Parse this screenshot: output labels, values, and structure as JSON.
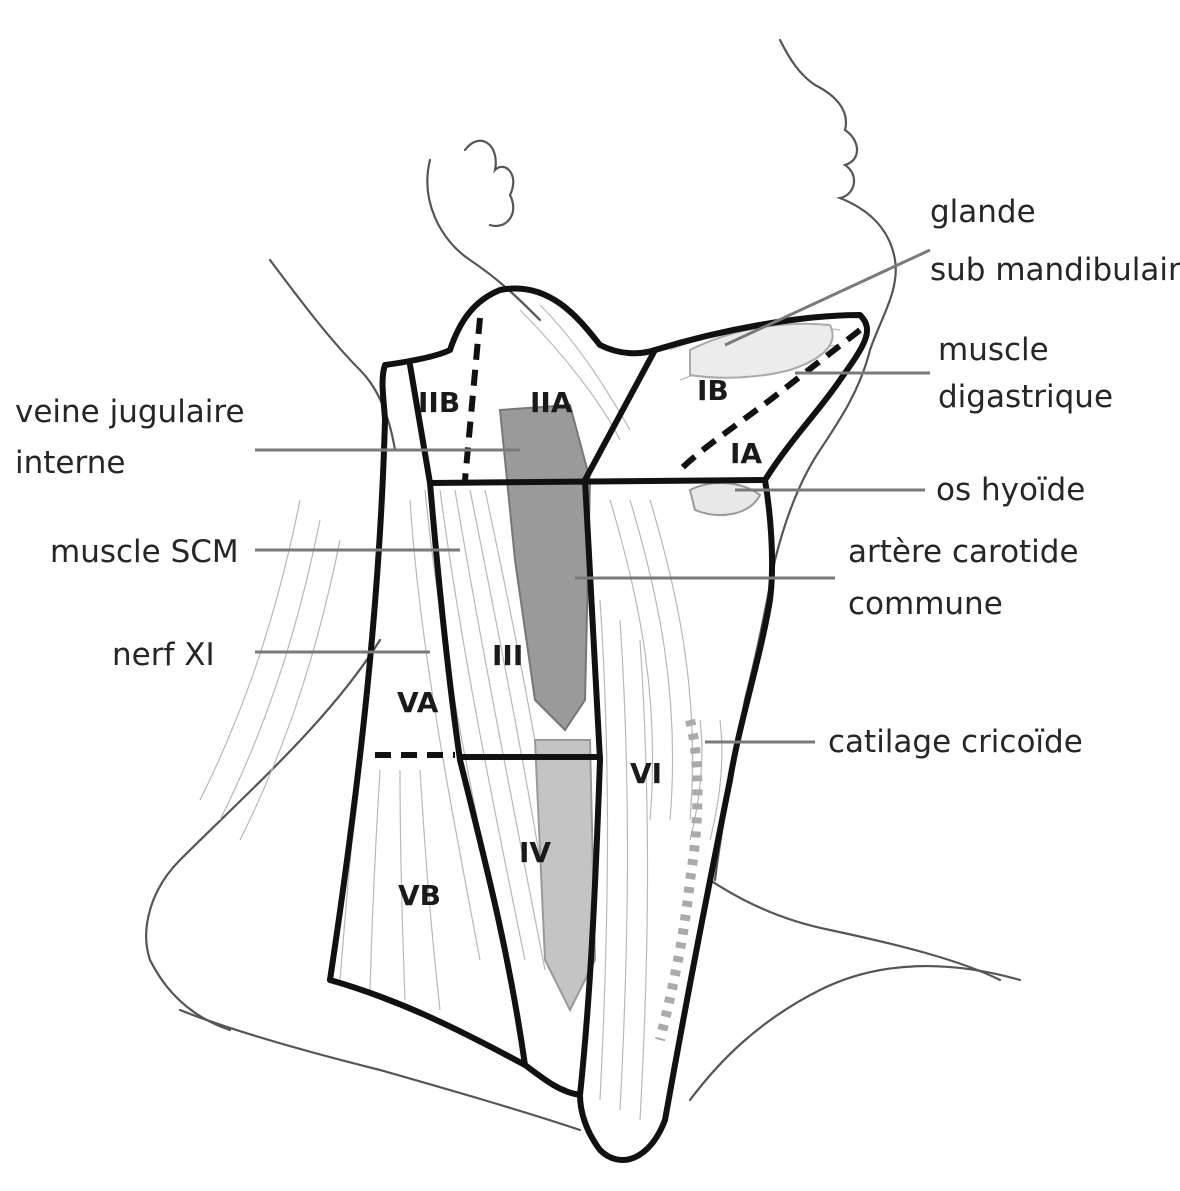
{
  "labels": {
    "glande_line1": "glande",
    "glande_line2": "sub mandibulaire",
    "muscle_dig_line1": "muscle",
    "muscle_dig_line2": "digastrique",
    "os_hyoide": "os hyoïde",
    "artere_line1": "artère carotide",
    "artere_line2": "commune",
    "cartilage": "catilage cricoïde",
    "veine_line1": "veine jugulaire",
    "veine_line2": "interne",
    "muscle_scm": "muscle SCM",
    "nerf": "nerf XI"
  },
  "zones": {
    "IA": "IA",
    "IB": "IB",
    "IIA": "IIA",
    "IIB": "IIB",
    "III": "III",
    "IV": "IV",
    "VA": "VA",
    "VB": "VB",
    "VI": "VI"
  }
}
